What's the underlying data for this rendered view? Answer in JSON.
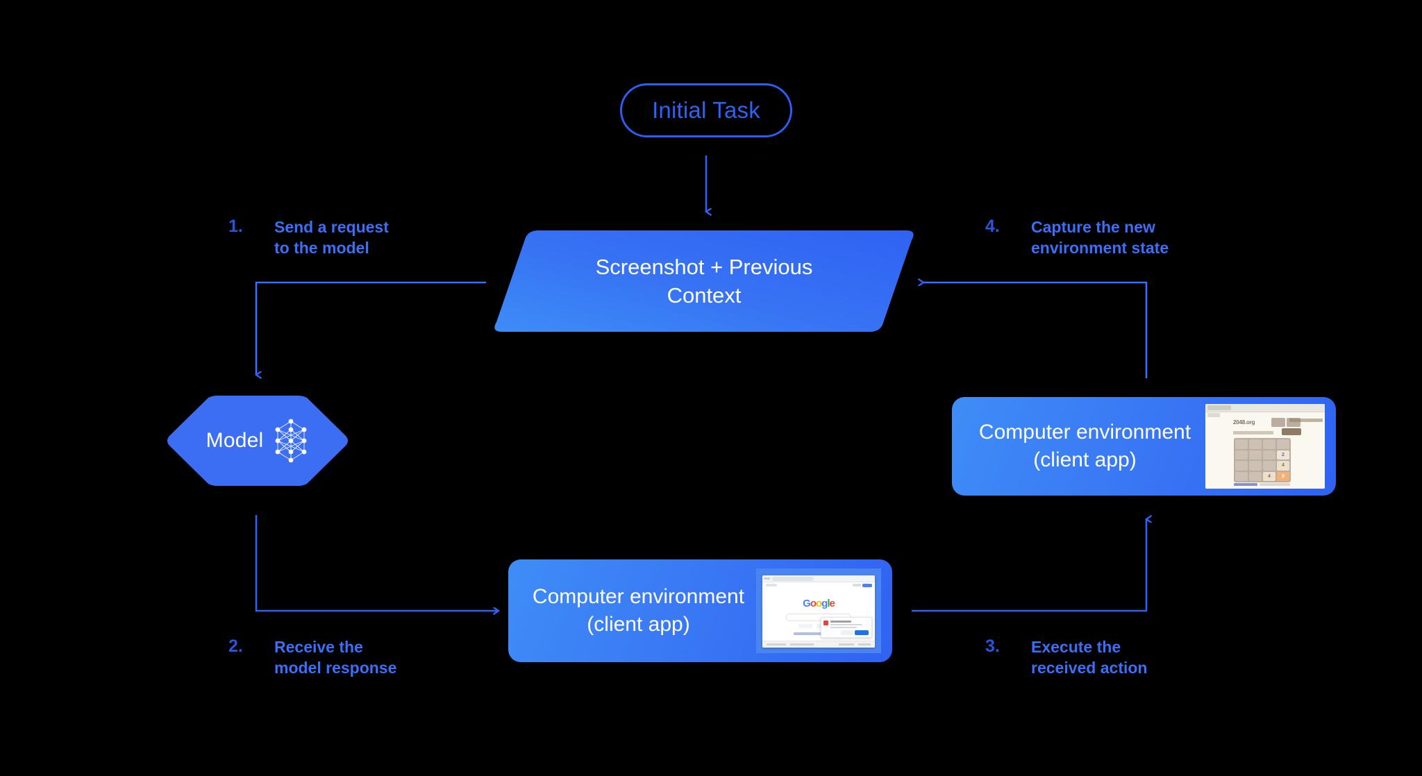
{
  "diagram": {
    "title": "Computer-use agent loop",
    "background_color": "#000000",
    "accent_color": "#3b6ff8",
    "number_color": "#2756dd",
    "node_gradient_from": "#3e8df6",
    "node_gradient_to": "#2f62f2"
  },
  "nodes": {
    "initial_task": {
      "label": "Initial Task",
      "shape": "pill-outline"
    },
    "context": {
      "label_line1": "Screenshot + Previous",
      "label_line2": "Context",
      "shape": "parallelogram"
    },
    "model": {
      "label": "Model",
      "icon": "neural-network-icon",
      "shape": "hexagon"
    },
    "environment_right": {
      "label_line1": "Computer environment",
      "label_line2": "(client app)",
      "shape": "rounded-rect",
      "thumbnail": "2048-game-screenshot"
    },
    "environment_bottom": {
      "label_line1": "Computer environment",
      "label_line2": "(client app)",
      "shape": "rounded-rect",
      "thumbnail": "google-search-screenshot"
    }
  },
  "steps": [
    {
      "number": "1.",
      "text": "Send a request\nto the model"
    },
    {
      "number": "2.",
      "text": "Receive the\nmodel response"
    },
    {
      "number": "3.",
      "text": "Execute the\nreceived action"
    },
    {
      "number": "4.",
      "text": "Capture the new\nenvironment state"
    }
  ],
  "thumbnails": {
    "game_2048": {
      "site_title": "2048.org",
      "tiles": [
        [
          "",
          "",
          "",
          ""
        ],
        [
          "",
          "",
          "",
          "2"
        ],
        [
          "",
          "",
          "",
          "4"
        ],
        [
          "",
          "",
          "4",
          "8"
        ]
      ]
    },
    "google": {
      "logo_letters": [
        "G",
        "o",
        "o",
        "g",
        "l",
        "e"
      ]
    }
  }
}
